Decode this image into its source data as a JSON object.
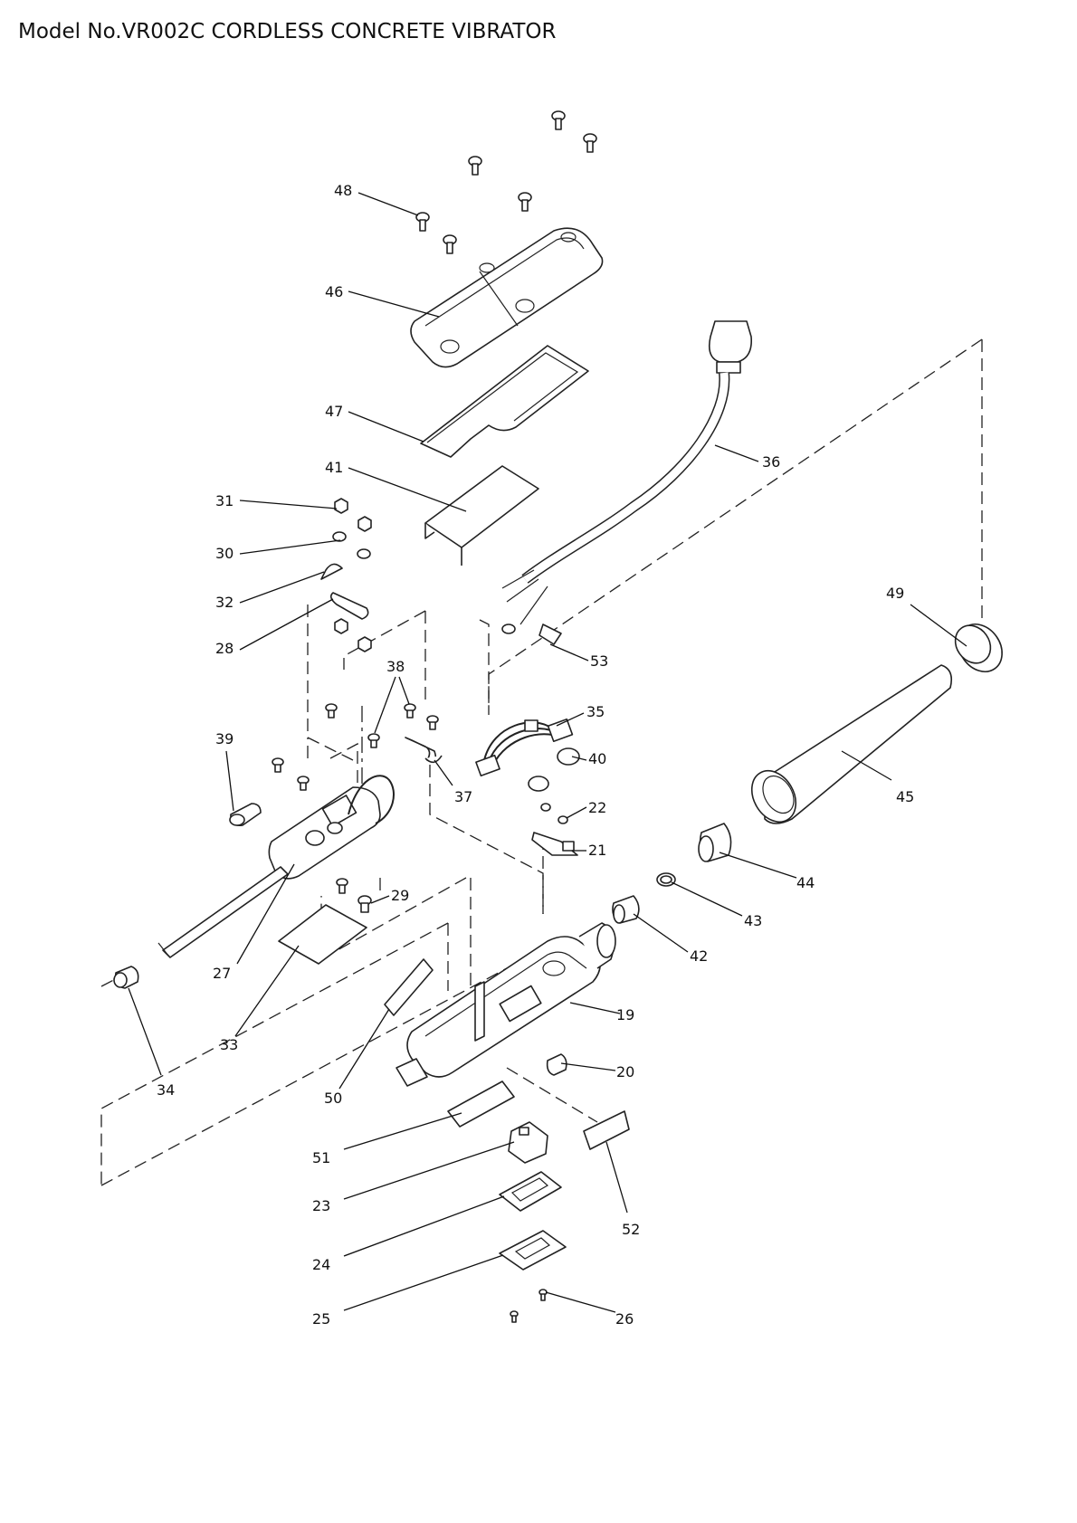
{
  "title": "Model No.VR002C CORDLESS CONCRETE VIBRATOR",
  "callouts": {
    "c19": "19",
    "c20": "20",
    "c21": "21",
    "c22": "22",
    "c23": "23",
    "c24": "24",
    "c25": "25",
    "c26": "26",
    "c27": "27",
    "c28": "28",
    "c29": "29",
    "c30": "30",
    "c31": "31",
    "c32": "32",
    "c33": "33",
    "c34": "34",
    "c35": "35",
    "c36": "36",
    "c37": "37",
    "c38": "38",
    "c39": "39",
    "c40": "40",
    "c41": "41",
    "c42": "42",
    "c43": "43",
    "c44": "44",
    "c45": "45",
    "c46": "46",
    "c47": "47",
    "c48": "48",
    "c49": "49",
    "c50": "50",
    "c51": "51",
    "c52": "52",
    "c53": "53"
  }
}
